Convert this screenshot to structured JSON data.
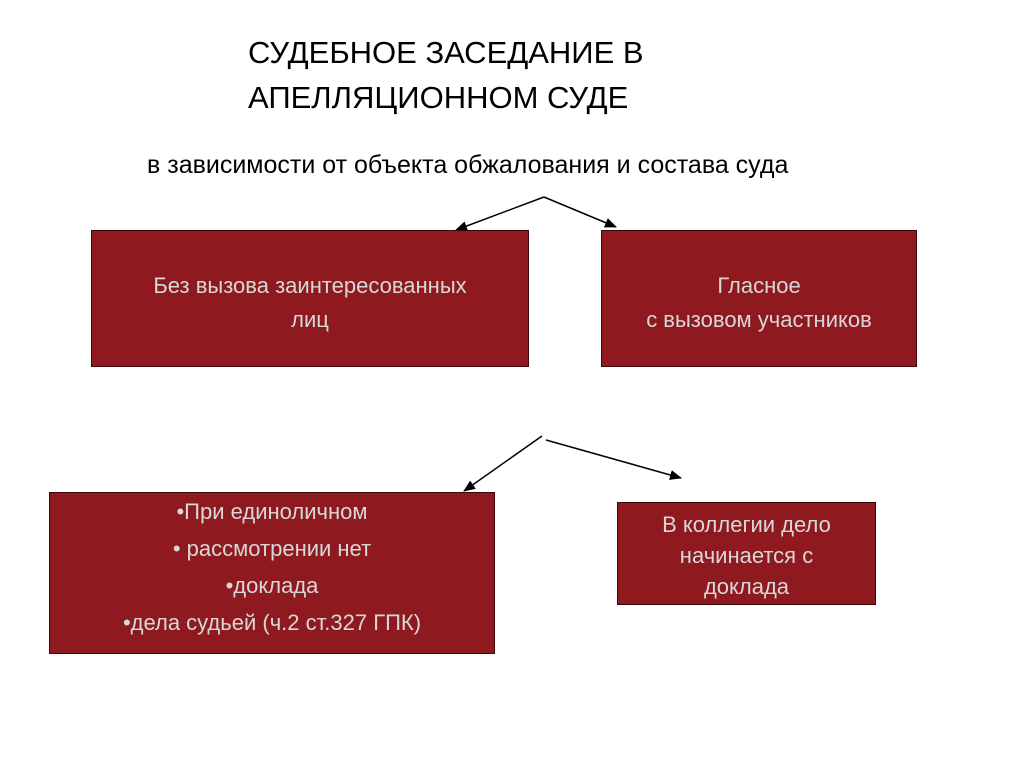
{
  "title_lines": [
    "СУДЕБНОЕ ЗАСЕДАНИЕ В",
    "АПЕЛЛЯЦИОННОМ СУДЕ"
  ],
  "subtitle": "в зависимости от объекта обжалования  и состава суда",
  "boxes": {
    "without_call": [
      "Без вызова заинтересованных",
      "лиц"
    ],
    "public": [
      "Гласное",
      "с вызовом участников"
    ],
    "single_judge": [
      "•При единоличном",
      "• рассмотрении нет",
      "•доклада",
      "•дела судьей (ч.2 ст.327 ГПК)"
    ],
    "collegium": [
      "В коллегии дело",
      "начинается с",
      "доклада"
    ]
  },
  "colors": {
    "box_fill": "#8e1a1f",
    "box_text": "#d8d8d8",
    "arrow": "#000000"
  }
}
